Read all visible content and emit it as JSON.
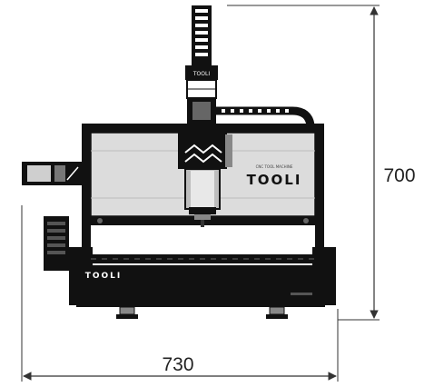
{
  "drawing": {
    "brand": "TOOLI",
    "tagline": "CNC TOOL MACHINE",
    "dimensions": {
      "height_label": "700",
      "width_label": "730"
    }
  },
  "colors": {
    "frame": "#111111",
    "gantry_panel": "#dcdcdc",
    "spindle": "#bdbdbd",
    "line": "#333333"
  },
  "icons": [
    "cnc-machine-diagram",
    "dimension-arrow"
  ]
}
